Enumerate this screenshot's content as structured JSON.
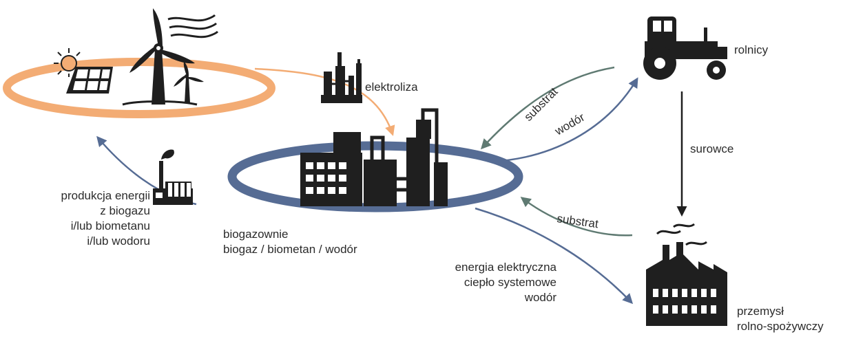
{
  "colors": {
    "renewables_ring": "#f3ac74",
    "biogas_ring": "#566c94",
    "substrat_arrow": "#5f7a72",
    "hydrogen_arrow": "#566c94",
    "energy_arrow": "#566c94",
    "electrolysis_arrow": "#f3ac74",
    "icon_fill": "#1f1f1f",
    "text": "#2b2b2b"
  },
  "nodes": {
    "renewables": {
      "icons": [
        "sun-icon",
        "solar-panel-icon",
        "wind-turbine-icon",
        "small-wind-turbine-icon",
        "wind-icon"
      ]
    },
    "electrolysis": {
      "label": "elektroliza",
      "icon": "electrolysis-plant-icon"
    },
    "biogas_plant": {
      "label_line1": "biogazownie",
      "label_line2": "biogaz / biometan / wodór",
      "icon": "biogas-plant-icon"
    },
    "farmers": {
      "label": "rolnicy",
      "icon": "tractor-icon"
    },
    "agrifood_industry": {
      "label_line1": "przemysł",
      "label_line2": "rolno-spożywczy",
      "icon": "factory-icon"
    },
    "energy_production": {
      "label_lines": [
        "produkcja energii",
        "z biogazu",
        "i/lub biometanu",
        "i/lub wodoru"
      ],
      "icon": "power-plant-icon"
    }
  },
  "arrows": {
    "substrat_from_farmers": "substrat",
    "hydrogen_to_farmers": "wodór",
    "raw_materials": "surowce",
    "substrat_from_industry": "substrat",
    "outputs_lines": [
      "energia elektryczna",
      "ciepło systemowe",
      "wodór"
    ]
  }
}
